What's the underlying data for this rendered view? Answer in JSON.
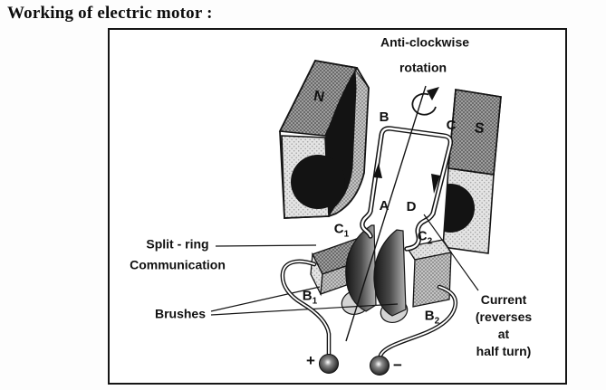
{
  "title": "Working of electric motor :",
  "diagram": {
    "rotation_note": {
      "line1": "Anti-clockwise",
      "line2": "rotation"
    },
    "magnets": {
      "north": "N",
      "south": "S"
    },
    "coil": {
      "a": "A",
      "b": "B",
      "c": "C",
      "d": "D"
    },
    "split_ring": {
      "label_line1": "Split - ring",
      "label_line2": "Communication",
      "c1_base": "C",
      "c1_sub": "1",
      "c2_base": "C",
      "c2_sub": "2"
    },
    "brushes": {
      "label": "Brushes",
      "b1_base": "B",
      "b1_sub": "1",
      "b2_base": "B",
      "b2_sub": "2"
    },
    "current_note": {
      "line1": "Current",
      "line2": "(reverses at",
      "line3": "half turn)"
    },
    "terminals": {
      "positive": "+",
      "negative": "−"
    }
  },
  "colors": {
    "ink": "#151515",
    "paper": "#ffffff",
    "magnet_top": "#9d9d9d",
    "magnet_front": "#e4e4e4",
    "cavity_black": "#131313",
    "ring_light": "#d4d4d4"
  }
}
